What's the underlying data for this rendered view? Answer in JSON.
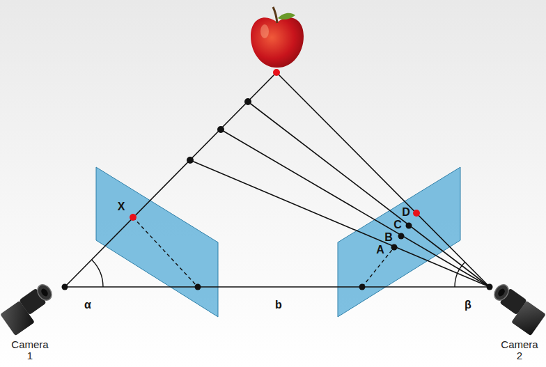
{
  "diagram": {
    "labels": [
      "X",
      "D",
      "C",
      "B",
      "A",
      "α",
      "b",
      "β",
      "Camera 1",
      "Camera 2"
    ]
  }
}
